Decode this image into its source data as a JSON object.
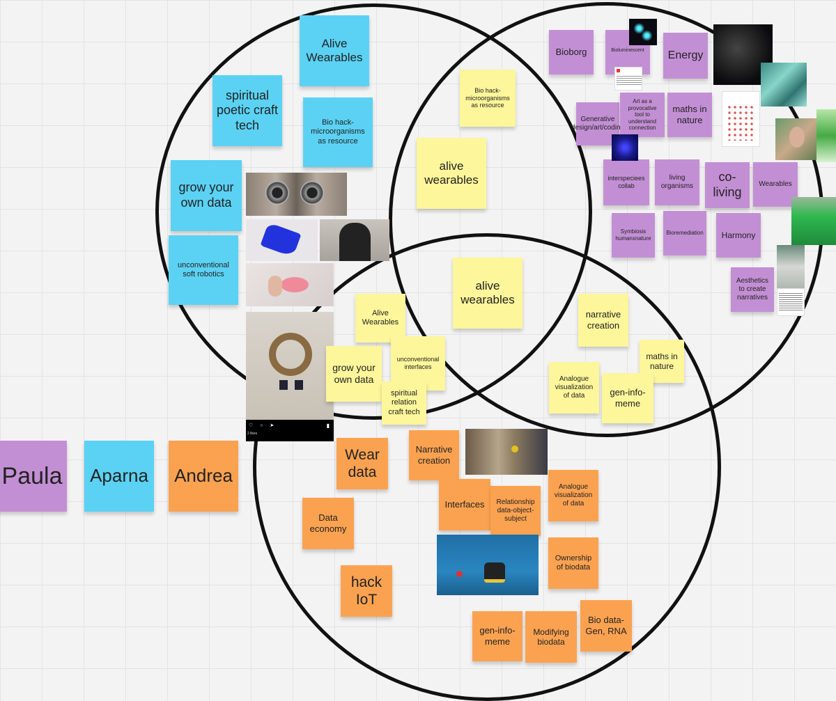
{
  "people": {
    "paula": "Paula",
    "aparna": "Aparna",
    "andrea": "Andrea"
  },
  "colors": {
    "paula": "#c38fd4",
    "aparna": "#5bd2f4",
    "andrea": "#fba251",
    "overlap": "#fdf69a"
  },
  "blue_notes": {
    "alive_wearables": "Alive Wearables",
    "spiritual_poetic": "spiritual poetic craft tech",
    "bio_hack": "Bio hack-microorganisms as resource",
    "grow_data": "grow your own data",
    "soft_robotics": "unconventional soft robotics"
  },
  "yellow_notes": {
    "bio_hack": "Bio hack-microorganisms as resource",
    "alive_wearables_top": "alive wearables",
    "alive_wearables_center": "alive wearables",
    "alive_wearables_small": "Alive Wearables",
    "grow_data": "grow your own data",
    "unconventional_interfaces": "unconventional interfaces",
    "spiritual_relation": "spiritual relation craft tech",
    "narrative_creation": "narrative creation",
    "maths_nature": "maths in nature",
    "analogue_viz": "Analogue visualization of data",
    "gen_info_meme": "gen-info-meme"
  },
  "purple_notes": {
    "bioborg": "Bioborg",
    "bioluminescent": "Bioluminescent",
    "energy": "Energy",
    "generative": "Generative design/art/coding",
    "art_provocative": "Art as a provocative tool to understand connection",
    "maths_nature": "maths in nature",
    "interspecies": "interspeciees collab",
    "living_organisms": "living organisms",
    "co_living": "co-living",
    "wearables": "Wearables",
    "symbiosis": "Symbiosis humanxnature",
    "bioremediation": "Bioremediation",
    "harmony": "Harmony",
    "aesthetics": "Aesthetics to create narratives"
  },
  "orange_notes": {
    "wear_data": "Wear data",
    "narrative_creation": "Narrative creation",
    "interfaces": "Interfaces",
    "relationship": "Relationship data-object-subject",
    "analogue_viz": "Analogue visualization of data",
    "data_economy": "Data economy",
    "ownership": "Ownership of biodata",
    "hack_iot": "hack IoT",
    "gen_info_meme": "gen-info-meme",
    "modifying": "Modifying biodata",
    "bio_data_gen": "Bio data-Gen, RNA"
  },
  "image_text": {
    "instagram_likes": "2 likes"
  }
}
